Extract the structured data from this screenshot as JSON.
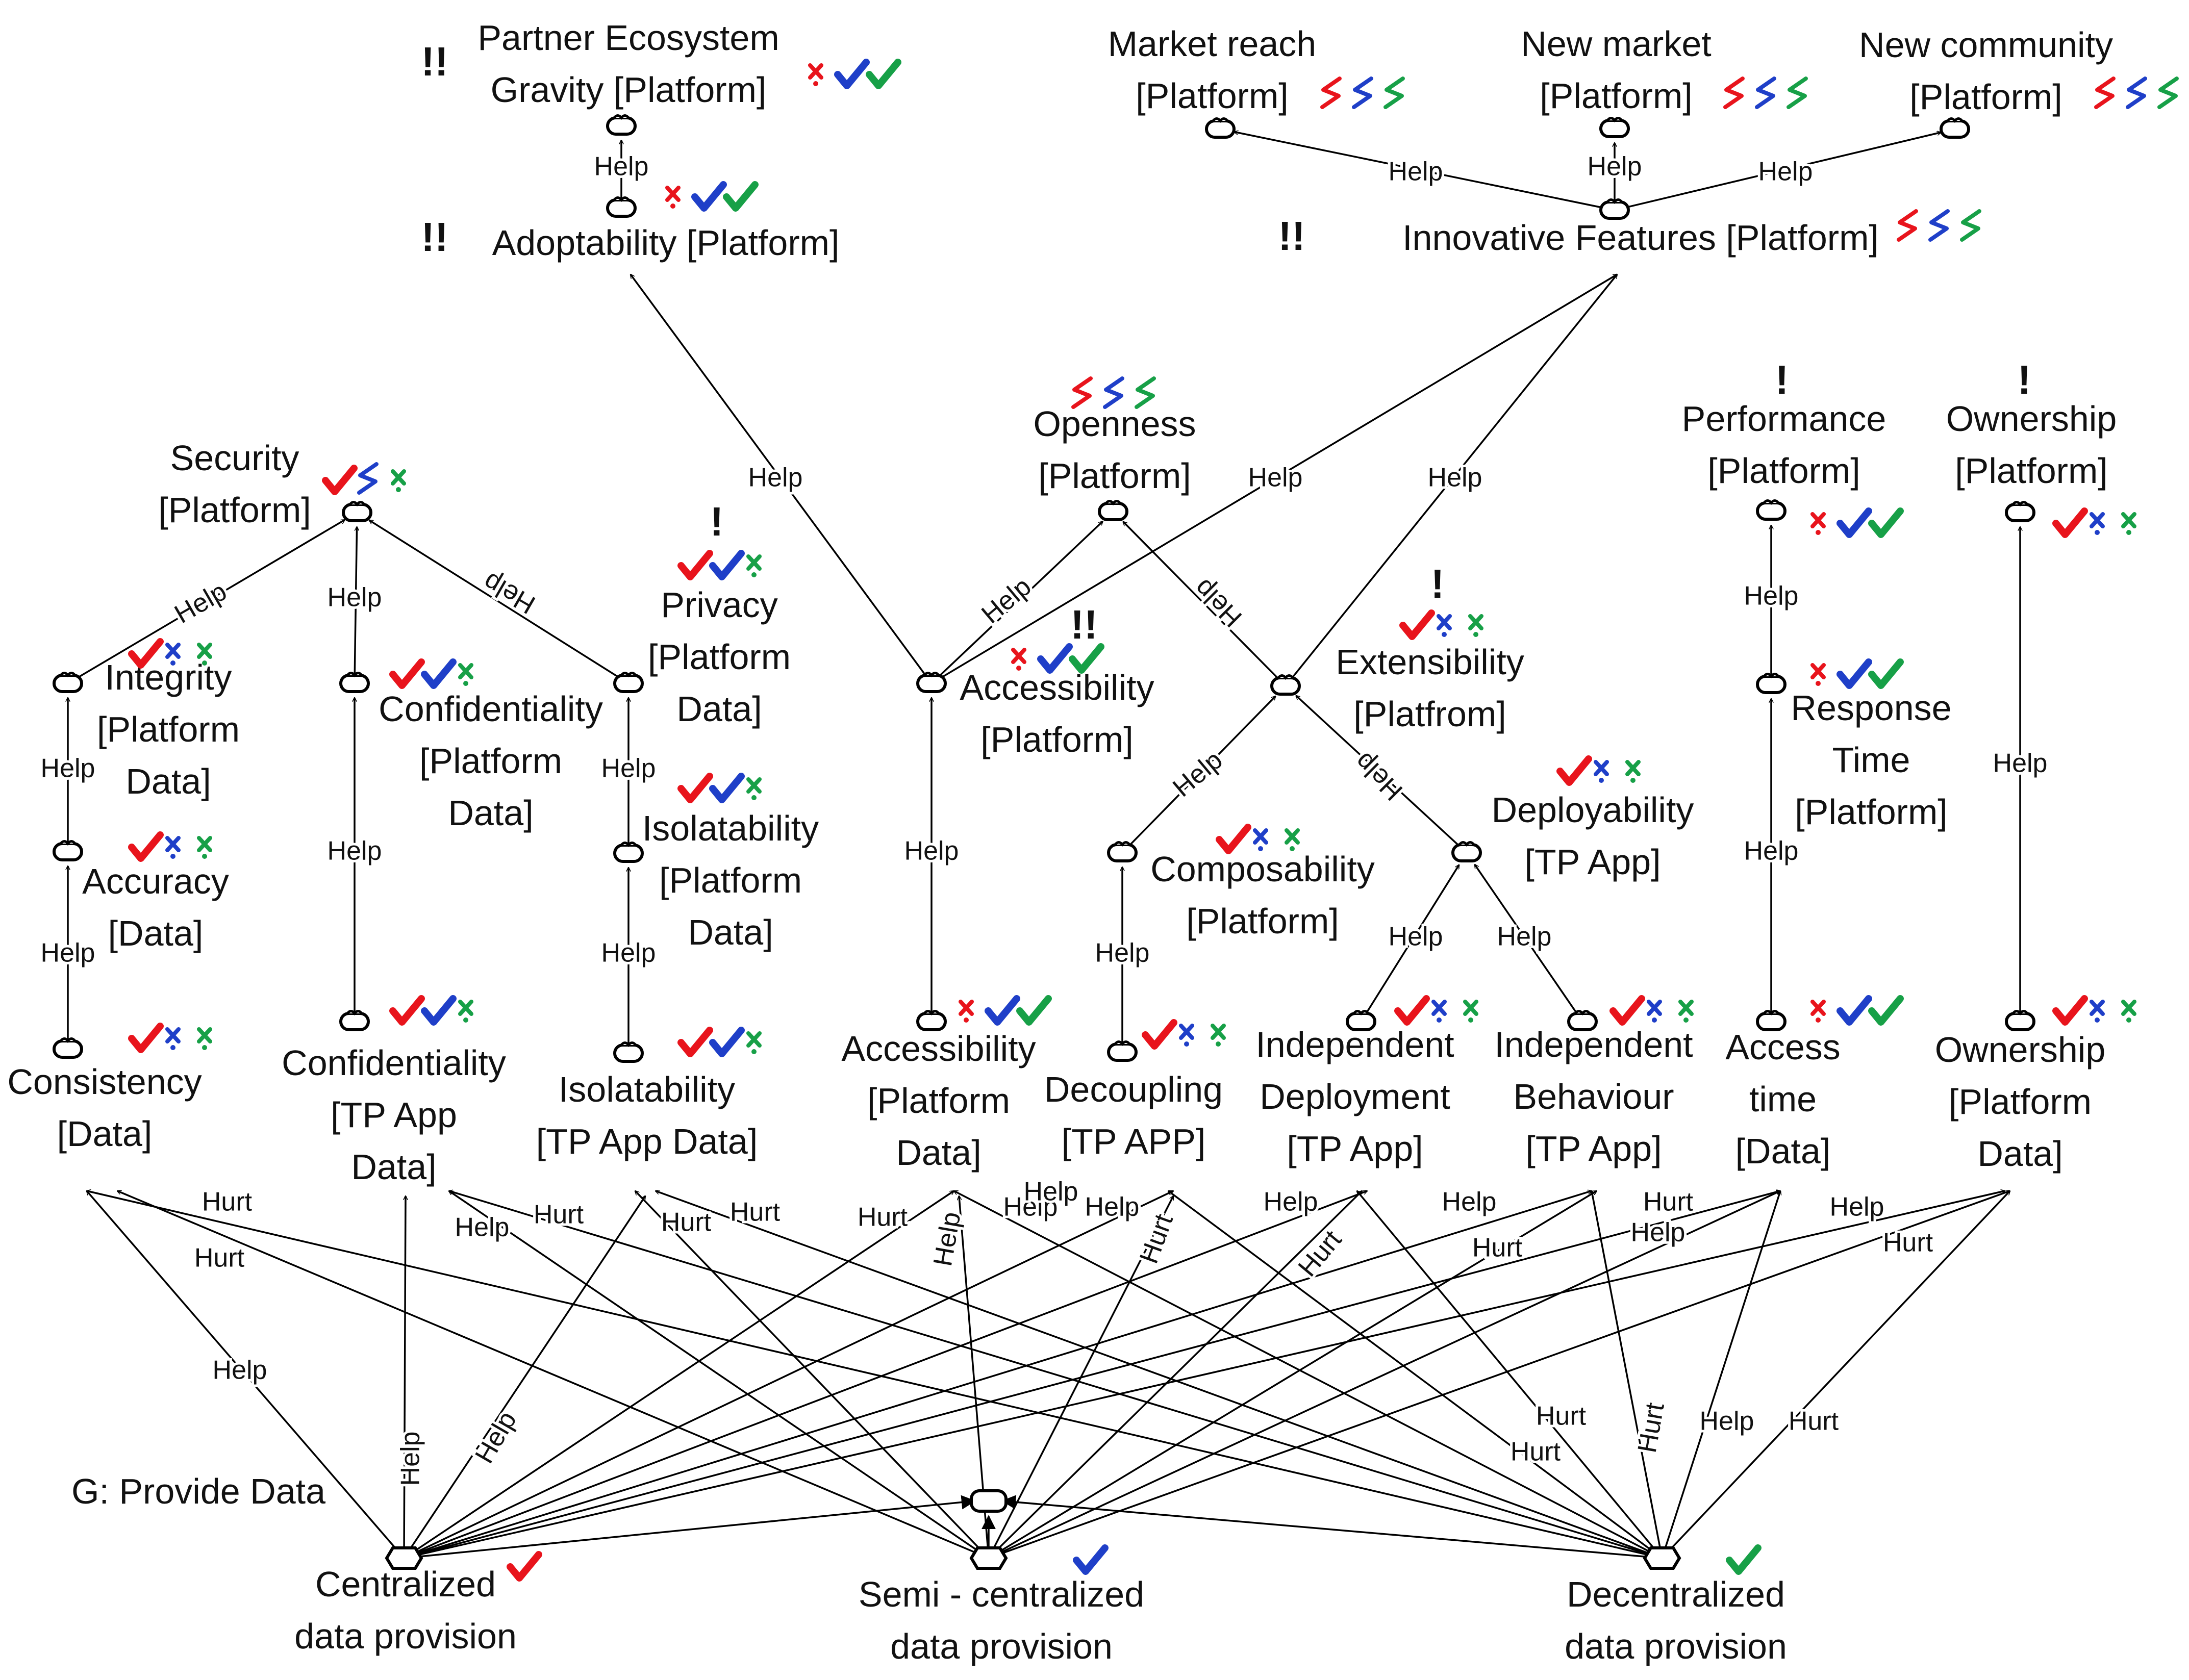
{
  "colors": {
    "red": "#e8141c",
    "blue": "#1f3fc8",
    "green": "#17a047",
    "stroke": "#000000"
  },
  "icons": {
    "satisfied": "check-icon",
    "denied": "cross-icon",
    "conflict": "lightning-icon",
    "critical": "exclamation-icon"
  },
  "diagram": {
    "goal_label": "G: Provide Data",
    "nodes": {
      "partner": {
        "lines": [
          "Partner Ecosystem",
          "Gravity [Platform]"
        ],
        "priority": "!!",
        "marks": [
          "x",
          "check",
          "check"
        ]
      },
      "adoptability": {
        "lines": [
          "Adoptability [Platform]"
        ],
        "priority": "!!",
        "marks": [
          "x",
          "check",
          "check"
        ]
      },
      "market_reach": {
        "lines": [
          "Market reach",
          "[Platform]"
        ],
        "priority": "",
        "marks": [
          "z",
          "z",
          "z"
        ]
      },
      "new_market": {
        "lines": [
          "New market",
          "[Platform]"
        ],
        "priority": "",
        "marks": [
          "z",
          "z",
          "z"
        ]
      },
      "new_community": {
        "lines": [
          "New community",
          "[Platform]"
        ],
        "priority": "",
        "marks": [
          "z",
          "z",
          "z"
        ]
      },
      "innovative": {
        "lines": [
          "Innovative Features [Platform]"
        ],
        "priority": "!!",
        "marks": [
          "z",
          "z",
          "z"
        ]
      },
      "security": {
        "lines": [
          "Security",
          "[Platform]"
        ],
        "priority": "",
        "marks": [
          "check",
          "z",
          "x"
        ]
      },
      "openness": {
        "lines": [
          "Openness",
          "[Platform]"
        ],
        "priority": "",
        "marks": [
          "z",
          "z",
          "z"
        ]
      },
      "performance": {
        "lines": [
          "Performance",
          "[Platform]"
        ],
        "priority": "!",
        "marks": [
          "x",
          "check",
          "check"
        ]
      },
      "ownership_plat": {
        "lines": [
          "Ownership",
          "[Platform]"
        ],
        "priority": "!",
        "marks": [
          "check",
          "x",
          "x"
        ]
      },
      "integrity": {
        "lines": [
          "Integrity",
          "[Platform",
          "Data]"
        ],
        "priority": "",
        "marks": [
          "check",
          "x",
          "x"
        ]
      },
      "confidentiality_pd": {
        "lines": [
          "Confidentiality",
          "[Platform",
          "Data]"
        ],
        "priority": "",
        "marks": [
          "check",
          "check",
          "x"
        ]
      },
      "privacy": {
        "lines": [
          "Privacy",
          "[Platform",
          "Data]"
        ],
        "priority": "!",
        "marks": [
          "check",
          "check",
          "x"
        ]
      },
      "accessibility_plat": {
        "lines": [
          "Accessibility",
          "[Platform]"
        ],
        "priority": "!!",
        "marks": [
          "x",
          "check",
          "check"
        ]
      },
      "extensibility": {
        "lines": [
          "Extensibility",
          "[Platfrom]"
        ],
        "priority": "!",
        "marks": [
          "check",
          "x",
          "x"
        ]
      },
      "response_time": {
        "lines": [
          "Response",
          "Time",
          "[Platform]"
        ],
        "priority": "",
        "marks": [
          "x",
          "check",
          "check"
        ]
      },
      "accuracy": {
        "lines": [
          "Accuracy",
          "[Data]"
        ],
        "priority": "",
        "marks": [
          "check",
          "x",
          "x"
        ]
      },
      "isolatability_pd": {
        "lines": [
          "Isolatability",
          "[Platform",
          "Data]"
        ],
        "priority": "",
        "marks": [
          "check",
          "check",
          "x"
        ]
      },
      "composability": {
        "lines": [
          "Composability",
          "[Platform]"
        ],
        "priority": "",
        "marks": [
          "check",
          "x",
          "x"
        ]
      },
      "deployability": {
        "lines": [
          "Deployability",
          "[TP App]"
        ],
        "priority": "",
        "marks": [
          "check",
          "x",
          "x"
        ]
      },
      "consistency": {
        "lines": [
          "Consistency",
          "[Data]"
        ],
        "priority": "",
        "marks": [
          "check",
          "x",
          "x"
        ]
      },
      "confidentiality_tp": {
        "lines": [
          "Confidentiality",
          "[TP App",
          "Data]"
        ],
        "priority": "",
        "marks": [
          "check",
          "check",
          "x"
        ]
      },
      "isolatability_tp": {
        "lines": [
          "Isolatability",
          "[TP App Data]"
        ],
        "priority": "",
        "marks": [
          "check",
          "check",
          "x"
        ]
      },
      "accessibility_pd": {
        "lines": [
          "Accessibility",
          "[Platform",
          "Data]"
        ],
        "priority": "",
        "marks": [
          "x",
          "check",
          "check"
        ]
      },
      "decoupling": {
        "lines": [
          "Decoupling",
          "[TP APP]"
        ],
        "priority": "",
        "marks": [
          "check",
          "x",
          "x"
        ]
      },
      "indep_deploy": {
        "lines": [
          "Independent",
          "Deployment",
          "[TP App]"
        ],
        "priority": "",
        "marks": [
          "check",
          "x",
          "x"
        ]
      },
      "indep_behav": {
        "lines": [
          "Independent",
          "Behaviour",
          "[TP App]"
        ],
        "priority": "",
        "marks": [
          "check",
          "x",
          "x"
        ]
      },
      "access_time": {
        "lines": [
          "Access",
          "time",
          "[Data]"
        ],
        "priority": "",
        "marks": [
          "x",
          "check",
          "check"
        ]
      },
      "ownership_pd": {
        "lines": [
          "Ownership",
          "[Platform",
          "Data]"
        ],
        "priority": "",
        "marks": [
          "check",
          "x",
          "x"
        ]
      },
      "centralized": {
        "lines": [
          "Centralized",
          "data provision"
        ],
        "priority": "",
        "marks": [
          "check"
        ]
      },
      "semi": {
        "lines": [
          "Semi - centralized",
          "data provision"
        ],
        "priority": "",
        "marks": [
          "check"
        ]
      },
      "decentralized": {
        "lines": [
          "Decentralized",
          "data provision"
        ],
        "priority": "",
        "marks": [
          "check"
        ]
      }
    },
    "edge_labels": {
      "help": "Help",
      "hurt": "Hurt"
    }
  }
}
